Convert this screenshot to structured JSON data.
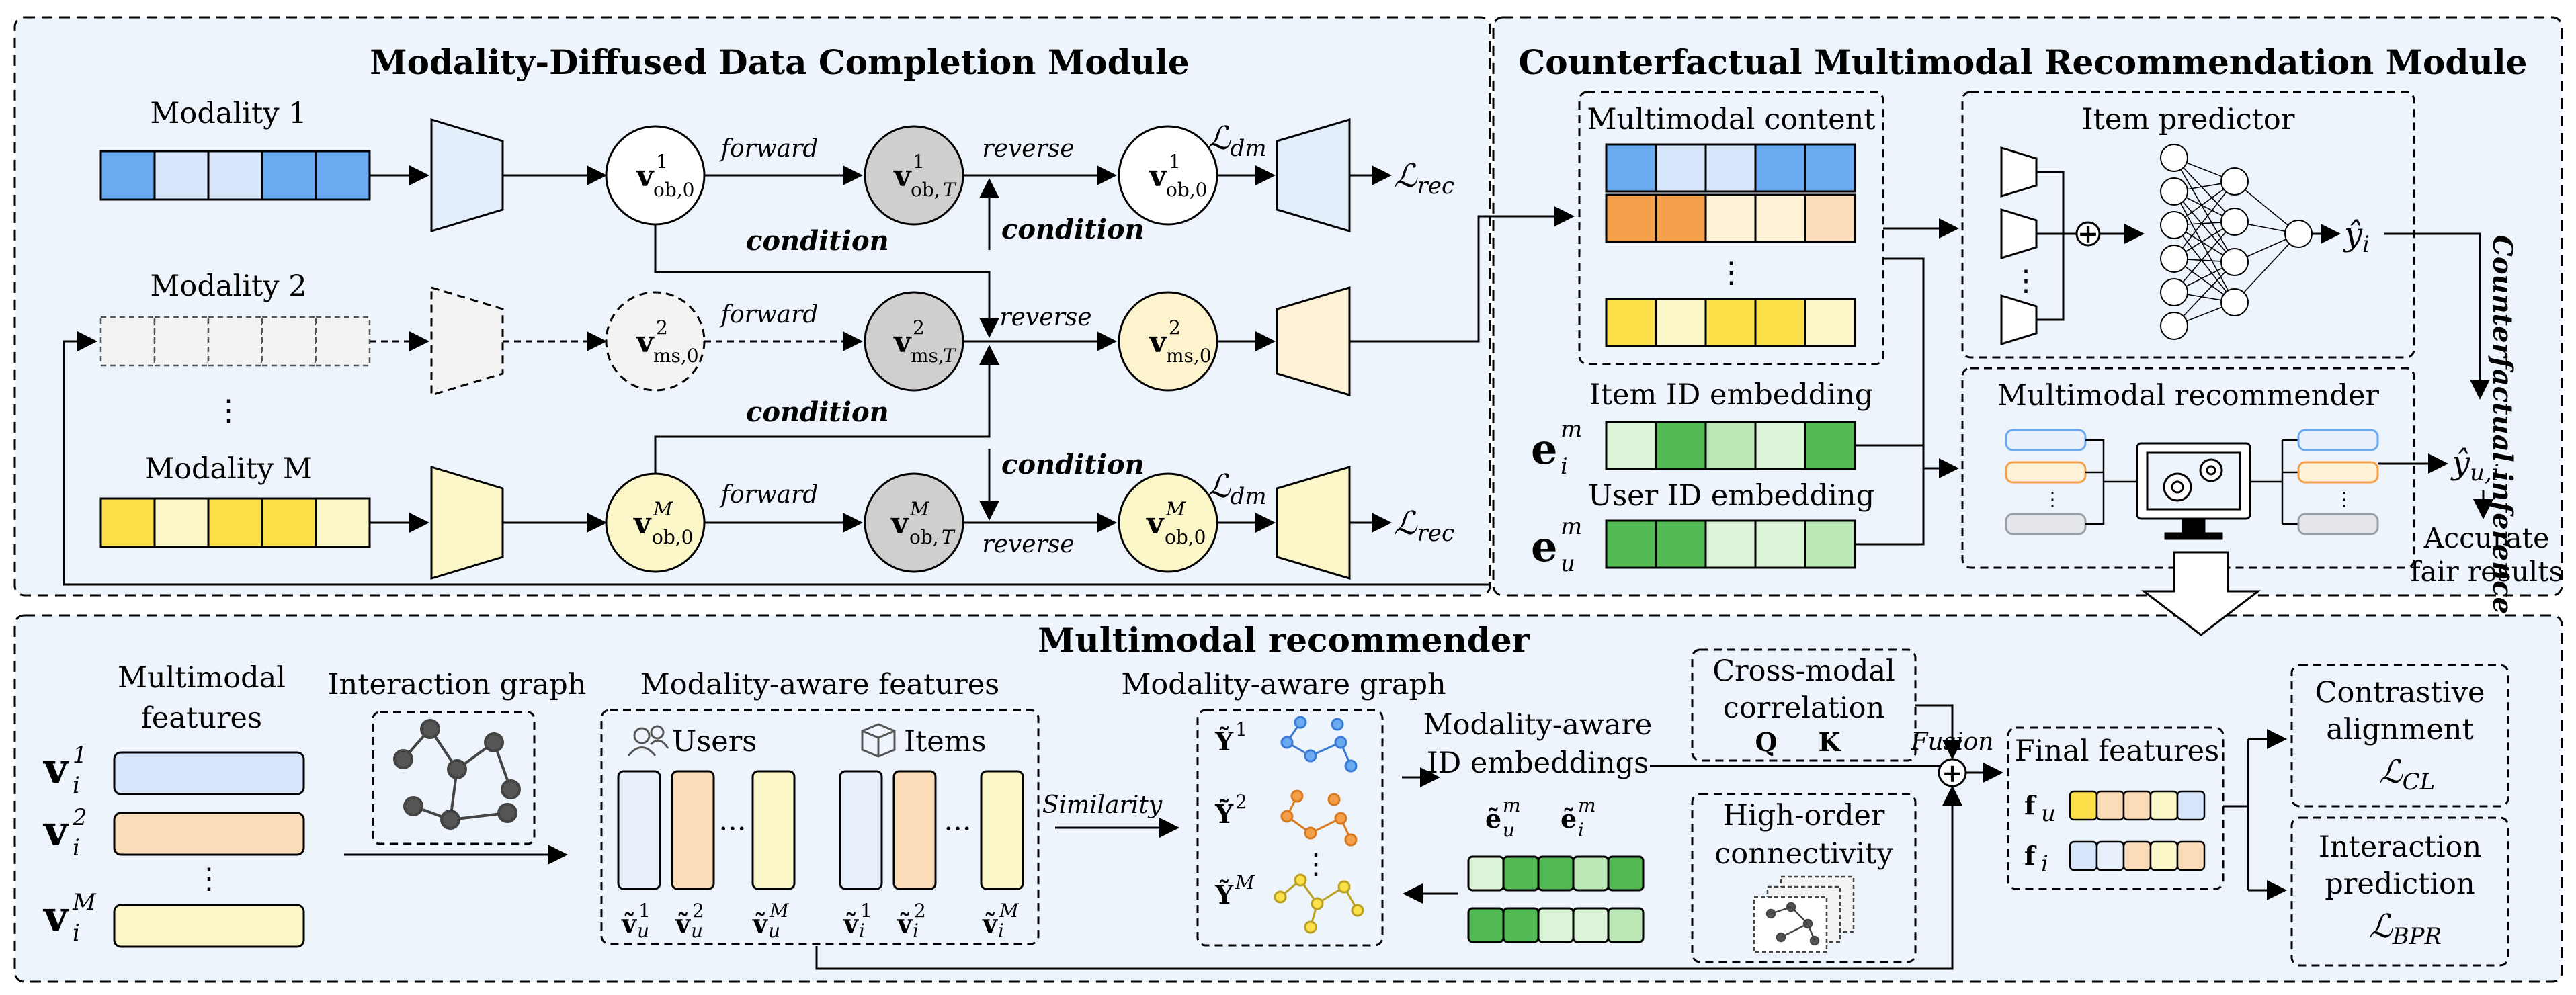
{
  "colors": {
    "panel_bg": "#eef4fb",
    "blue_dark": "#6aaaf0",
    "blue_light": "#d7e6fb",
    "orange_dark": "#f4a04a",
    "orange_light": "#fbdcb8",
    "yellow_dark": "#fbe04a",
    "yellow_light": "#fbf7c9",
    "green_dark": "#52b955",
    "green_light": "#dcf4d8",
    "gray_node": "#cfcfcf",
    "cream_node": "#fdf3cc"
  },
  "completion_module": {
    "title": "Modality-Diffused Data Completion Module",
    "modality_1": "Modality 1",
    "modality_2": "Modality 2",
    "modality_m": "Modality M",
    "dots": "⋮",
    "forward": "forward",
    "reverse": "reverse",
    "condition": "condition",
    "loss_dm": "ℒ",
    "loss_dm_sub": "dm",
    "loss_rec": "ℒ",
    "loss_rec_sub": "rec",
    "node_v": "v",
    "sub_ob0": "ob,0",
    "sub_obT": "ob,",
    "sub_ms0": "ms,0",
    "sub_msT": "ms,",
    "T": "T",
    "sup_1": "1",
    "sup_2": "2",
    "sup_M": "M"
  },
  "counterfactual_module": {
    "title": "Counterfactual Multimodal Recommendation Module",
    "multimodal_content": "Multimodal content",
    "item_predictor": "Item predictor",
    "item_id_embedding": "Item ID embedding",
    "user_id_embedding": "User ID embedding",
    "multimodal_recommender": "Multimodal recommender",
    "counterfactual_inference": "Counterfactual inference",
    "y_hat_i": "ŷ",
    "y_hat_ui": "ŷ",
    "sub_i": "i",
    "sub_ui": "u,i",
    "e": "e",
    "sup_m": "m",
    "sub_u": "u",
    "accurate": "Accurate",
    "fair_results": "fair results",
    "plus": "+",
    "dots": "⋮"
  },
  "recommender": {
    "title": "Multimodal recommender",
    "multimodal_features_1": "Multimodal",
    "multimodal_features_2": "features",
    "interaction_graph": "Interaction graph",
    "modality_aware_features": "Modality-aware features",
    "users": "Users",
    "items": "Items",
    "modality_aware_graph": "Modality-aware graph",
    "similarity": "Similarity",
    "modality_aware_id_1": "Modality-aware",
    "modality_aware_id_2": "ID embeddings",
    "cross_modal_1": "Cross-modal",
    "cross_modal_2": "correlation",
    "q": "Q",
    "k": "K",
    "high_order_1": "High-order",
    "high_order_2": "connectivity",
    "fusion": "Fusion",
    "final_features": "Final features",
    "f": "f",
    "contrastive_1": "Contrastive",
    "contrastive_2": "alignment",
    "loss_cl_sub": "CL",
    "interaction_1": "Interaction",
    "interaction_2": "prediction",
    "loss_bpr_sub": "BPR",
    "loss": "ℒ",
    "v": "v",
    "Y": "Ỹ",
    "ellipsis": "···",
    "dots": "⋮"
  }
}
